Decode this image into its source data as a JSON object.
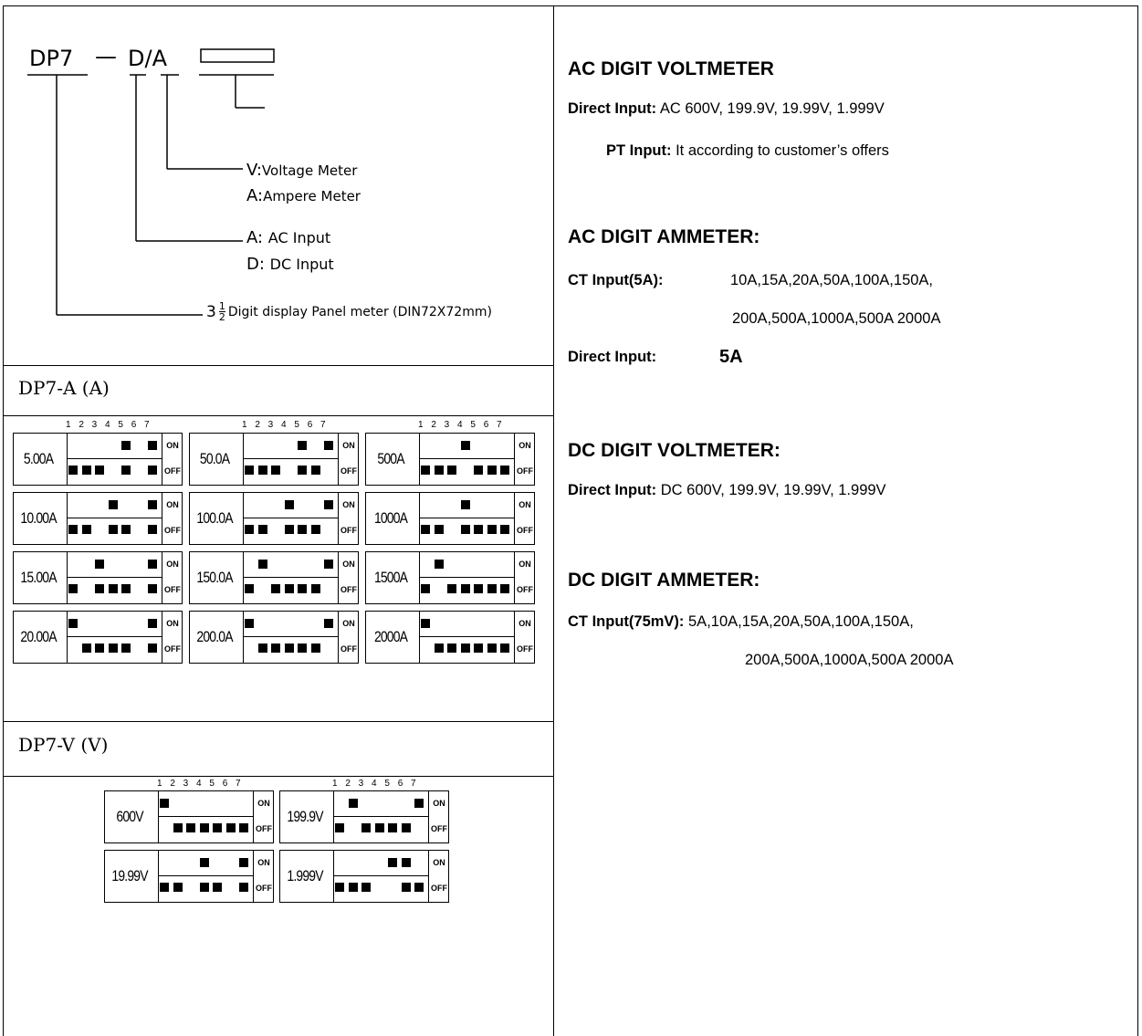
{
  "model": {
    "prefix": "DP7",
    "dash": "—",
    "code": "D/A",
    "v_label": "V:",
    "v_desc": "Voltage Meter",
    "a_label": "A:",
    "a_desc": "Ampere Meter",
    "ac_label": "A:",
    "ac_desc": "AC Input",
    "dc_label": "D:",
    "dc_desc": "DC Input",
    "digits_whole": "3",
    "digits_num": "1",
    "digits_den": "2",
    "digits_desc": "Digit display Panel meter  (DIN72X72mm)"
  },
  "ammeter_section": {
    "title": "DP7-A  (A)",
    "switch_numbers": "1 2 3 4 5 6 7",
    "on_label": "ON",
    "off_label": "OFF",
    "switches": [
      {
        "value": "5.00A",
        "on": [
          5,
          7
        ],
        "off": [
          1,
          2,
          3,
          5,
          7
        ]
      },
      {
        "value": "50.0A",
        "on": [
          5,
          7
        ],
        "off": [
          1,
          2,
          3,
          5,
          6
        ]
      },
      {
        "value": "500A",
        "on": [
          4
        ],
        "off": [
          1,
          2,
          3,
          5,
          6,
          7
        ]
      },
      {
        "value": "10.00A",
        "on": [
          4,
          7
        ],
        "off": [
          1,
          2,
          4,
          5,
          7
        ]
      },
      {
        "value": "100.0A",
        "on": [
          4,
          7
        ],
        "off": [
          1,
          2,
          4,
          5,
          6
        ]
      },
      {
        "value": "1000A",
        "on": [
          4
        ],
        "off": [
          1,
          2,
          4,
          5,
          6,
          7
        ]
      },
      {
        "value": "15.00A",
        "on": [
          3,
          7
        ],
        "off": [
          1,
          3,
          4,
          5,
          7
        ]
      },
      {
        "value": "150.0A",
        "on": [
          2,
          7
        ],
        "off": [
          1,
          3,
          4,
          5,
          6
        ]
      },
      {
        "value": "1500A",
        "on": [
          2
        ],
        "off": [
          1,
          3,
          4,
          5,
          6,
          7
        ]
      },
      {
        "value": "20.00A",
        "on": [
          1,
          7
        ],
        "off": [
          2,
          3,
          4,
          5,
          7
        ]
      },
      {
        "value": "200.0A",
        "on": [
          1,
          7
        ],
        "off": [
          2,
          3,
          4,
          5,
          6
        ]
      },
      {
        "value": "2000A",
        "on": [
          1
        ],
        "off": [
          2,
          3,
          4,
          5,
          6,
          7
        ]
      }
    ]
  },
  "voltmeter_section": {
    "title": "DP7-V   (V)",
    "switch_numbers": "1 2 3 4 5 6 7",
    "on_label": "ON",
    "off_label": "OFF",
    "switches": [
      {
        "value": "600V",
        "on": [
          1
        ],
        "off": [
          2,
          3,
          4,
          5,
          6,
          7
        ]
      },
      {
        "value": "199.9V",
        "on": [
          2,
          7
        ],
        "off": [
          1,
          3,
          4,
          5,
          6
        ]
      },
      {
        "value": "19.99V",
        "on": [
          4,
          7
        ],
        "off": [
          1,
          2,
          4,
          5,
          7
        ]
      },
      {
        "value": "1.999V",
        "on": [
          5,
          6
        ],
        "off": [
          1,
          2,
          3,
          6,
          7
        ]
      }
    ]
  },
  "right": {
    "ac_volt_title": "AC DIGIT VOLTMETER",
    "ac_volt_direct_label": "Direct Input:",
    "ac_volt_direct_value": " AC 600V, 199.9V, 19.99V, 1.999V",
    "ac_volt_pt_label": "PT Input:",
    "ac_volt_pt_value": " It according to customer’s offers",
    "ac_amm_title": "AC DIGIT AMMETER:",
    "ac_amm_ct_label": "CT Input(5A):",
    "ac_amm_ct_line1": "10A,15A,20A,50A,100A,150A,",
    "ac_amm_ct_line2": "200A,500A,1000A,500A 2000A",
    "ac_amm_direct_label": "Direct Input:",
    "ac_amm_direct_value": "5A",
    "dc_volt_title": "DC DIGIT VOLTMETER:",
    "dc_volt_direct_label": "Direct Input:",
    "dc_volt_direct_value": " DC 600V, 199.9V, 19.99V, 1.999V",
    "dc_amm_title": "DC DIGIT AMMETER:",
    "dc_amm_ct_label": "CT Input(75mV):",
    "dc_amm_ct_line1": " 5A,10A,15A,20A,50A,100A,150A,",
    "dc_amm_ct_line2": "200A,500A,1000A,500A 2000A"
  }
}
